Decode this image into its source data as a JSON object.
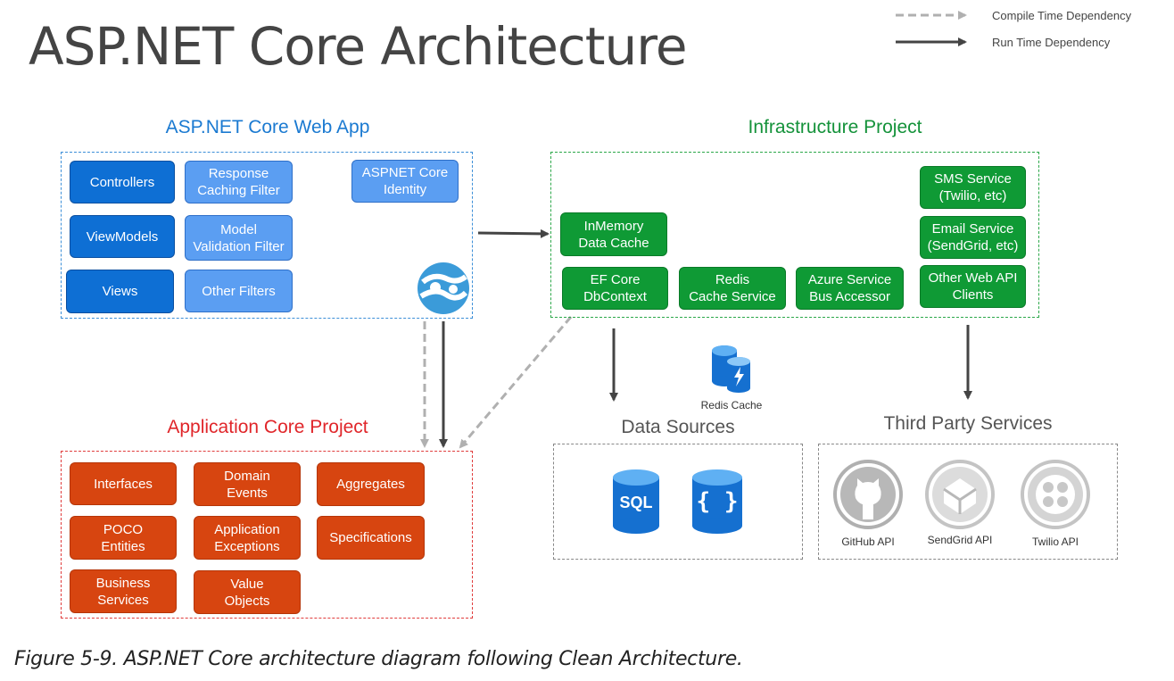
{
  "title": "ASP.NET Core Architecture",
  "legend": {
    "compile": "Compile Time Dependency",
    "runtime": "Run Time Dependency"
  },
  "web_app": {
    "title": "ASP.NET Core Web App",
    "controllers": "Controllers",
    "viewmodels": "ViewModels",
    "views": "Views",
    "response_caching": "Response\nCaching Filter",
    "model_validation": "Model\nValidation Filter",
    "other_filters": "Other Filters",
    "identity": "ASPNET Core\nIdentity"
  },
  "infrastructure": {
    "title": "Infrastructure Project",
    "inmemory": "InMemory\nData Cache",
    "ef_core": "EF Core\nDbContext",
    "redis_service": "Redis\nCache Service",
    "azure_bus": "Azure Service\nBus Accessor",
    "sms": "SMS Service\n(Twilio, etc)",
    "email": "Email Service\n(SendGrid, etc)",
    "other_api": "Other Web API\nClients"
  },
  "app_core": {
    "title": "Application Core Project",
    "interfaces": "Interfaces",
    "domain_events": "Domain\nEvents",
    "aggregates": "Aggregates",
    "poco": "POCO\nEntities",
    "app_exceptions": "Application\nExceptions",
    "specifications": "Specifications",
    "business_services": "Business\nServices",
    "value_objects": "Value\nObjects"
  },
  "redis_cache_label": "Redis Cache",
  "data_sources": {
    "title": "Data Sources",
    "sql_label": "SQL",
    "doc_label": "{ }"
  },
  "third_party": {
    "title": "Third Party Services",
    "github": "GitHub API",
    "sendgrid": "SendGrid API",
    "twilio": "Twilio API"
  },
  "caption": "Figure 5-9. ASP.NET Core architecture diagram following Clean Architecture.",
  "colors": {
    "blue_title": "#1b7ad1",
    "green_title": "#14923a",
    "red_title": "#e0262a",
    "arrow": "#444444",
    "dashed_arrow": "#b0b0b0"
  }
}
